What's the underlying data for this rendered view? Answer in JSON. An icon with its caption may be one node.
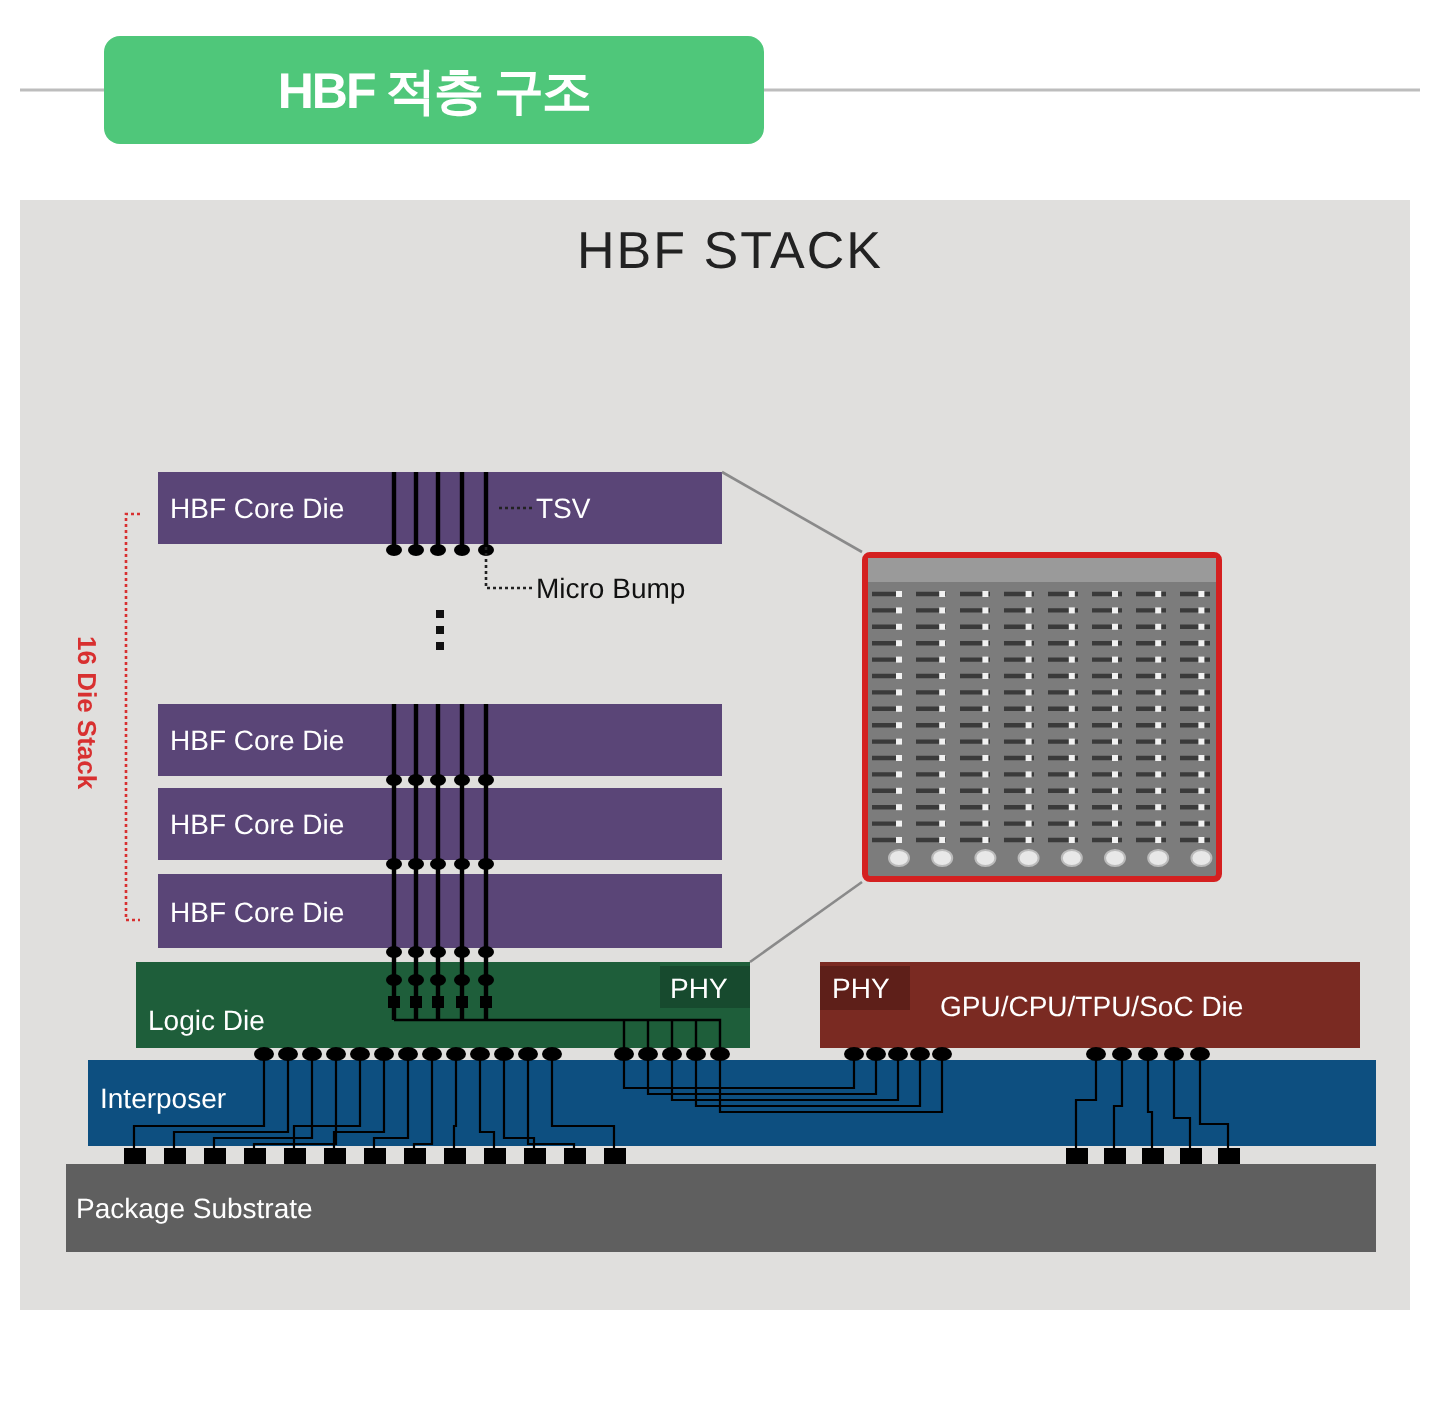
{
  "diagram": {
    "title": "HBF 적층 구조",
    "nodes": [
      {
        "text": [
          "HBF Core Die"
        ]
      },
      {
        "text": [
          "TSV"
        ],
        "in": 0
      },
      {
        "text": [
          "Micro Bump"
        ]
      },
      {
        "text": [],
        "shape": "picture"
      },
      {
        "text": [
          "HBF Core Die"
        ]
      },
      {
        "text": [
          "HBF Core Die"
        ]
      },
      {
        "text": [
          "HBF Core Die"
        ]
      },
      {
        "text": [
          "Logic Die"
        ]
      },
      {
        "text": [
          "PHY"
        ],
        "in": 7
      },
      {
        "text": [
          "GPU/CPU/TPU/SoC Die"
        ]
      },
      {
        "text": [
          "PHY"
        ],
        "in": 9
      },
      {
        "text": [
          "Interposer"
        ]
      },
      {
        "text": [
          "Package Substrate"
        ]
      }
    ],
    "edges": [
      {
        "from": 1,
        "to": null,
        "arrow": "none",
        "style": "dashed",
        "color": "#222222"
      },
      {
        "from": 2,
        "to": 0,
        "arrow": "none",
        "style": "dashed",
        "color": "#222222"
      },
      {
        "from": 0,
        "to": 3,
        "arrow": "none",
        "color": "#8a8a8a"
      },
      {
        "from": 3,
        "to": 7,
        "arrow": "none",
        "color": "#8a8a8a"
      }
    ],
    "labels": [
      "HBF STACK",
      "16 Die Stack"
    ]
  }
}
